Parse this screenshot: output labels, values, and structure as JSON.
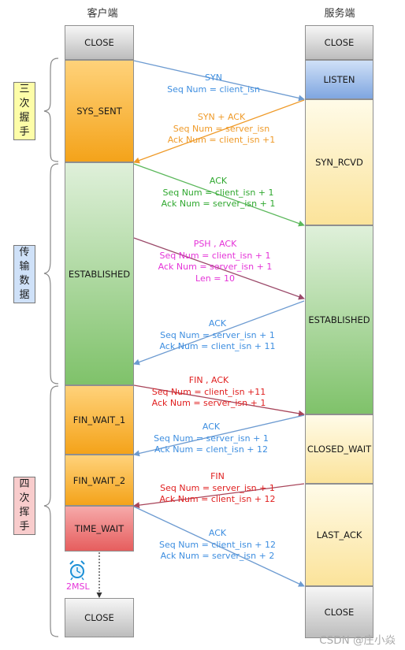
{
  "headers": {
    "client": "客户端",
    "server": "服务端"
  },
  "client_states": [
    "CLOSE",
    "SYS_SENT",
    "ESTABLISHED",
    "FIN_WAIT_1",
    "FIN_WAIT_2",
    "TIME_WAIT",
    "CLOSE"
  ],
  "server_states": [
    "CLOSE",
    "LISTEN",
    "SYN_RCVD",
    "ESTABLISHED",
    "CLOSED_WAIT",
    "LAST_ACK",
    "CLOSE"
  ],
  "phases": {
    "handshake": [
      "三",
      "次",
      "握",
      "手"
    ],
    "transfer": [
      "传",
      "输",
      "数",
      "据"
    ],
    "wave": [
      "四",
      "次",
      "挥",
      "手"
    ]
  },
  "messages": [
    {
      "lines": [
        "SYN",
        "Seq Num = client_isn"
      ],
      "color": "#3d8ee0"
    },
    {
      "lines": [
        "SYN + ACK",
        "Seq Num = server_isn",
        "Ack Num =  client_isn +1"
      ],
      "color": "#ef9a28"
    },
    {
      "lines": [
        "ACK",
        "Seq Num = client_isn + 1",
        "Ack Num = server_isn + 1"
      ],
      "color": "#2fa82f"
    },
    {
      "lines": [
        "PSH , ACK",
        "Seq Num = client_isn + 1",
        "Ack Num = server_isn + 1",
        "Len = 10"
      ],
      "color": "#e533d8"
    },
    {
      "lines": [
        "ACK",
        "Seq Num = server_isn + 1",
        "Ack Num = client_isn + 11"
      ],
      "color": "#3d8ee0"
    },
    {
      "lines": [
        "FIN , ACK",
        "Seq Num = client_isn +11",
        "Ack Num = server_isn + 1"
      ],
      "color": "#e01f1f"
    },
    {
      "lines": [
        "ACK",
        "Seq Num = server_isn + 1",
        "Ack Num = clent_isn + 12"
      ],
      "color": "#3d8ee0"
    },
    {
      "lines": [
        "FIN",
        "Seq Num = server_isn + 1",
        "Ack Num = client_isn + 12"
      ],
      "color": "#e01f1f"
    },
    {
      "lines": [
        "ACK",
        "Seq Num = client_isn + 12",
        "Ack Num = server_isn + 2"
      ],
      "color": "#3d8ee0"
    }
  ],
  "msl_label": "2MSL",
  "watermark": "CSDN @庄小焱"
}
